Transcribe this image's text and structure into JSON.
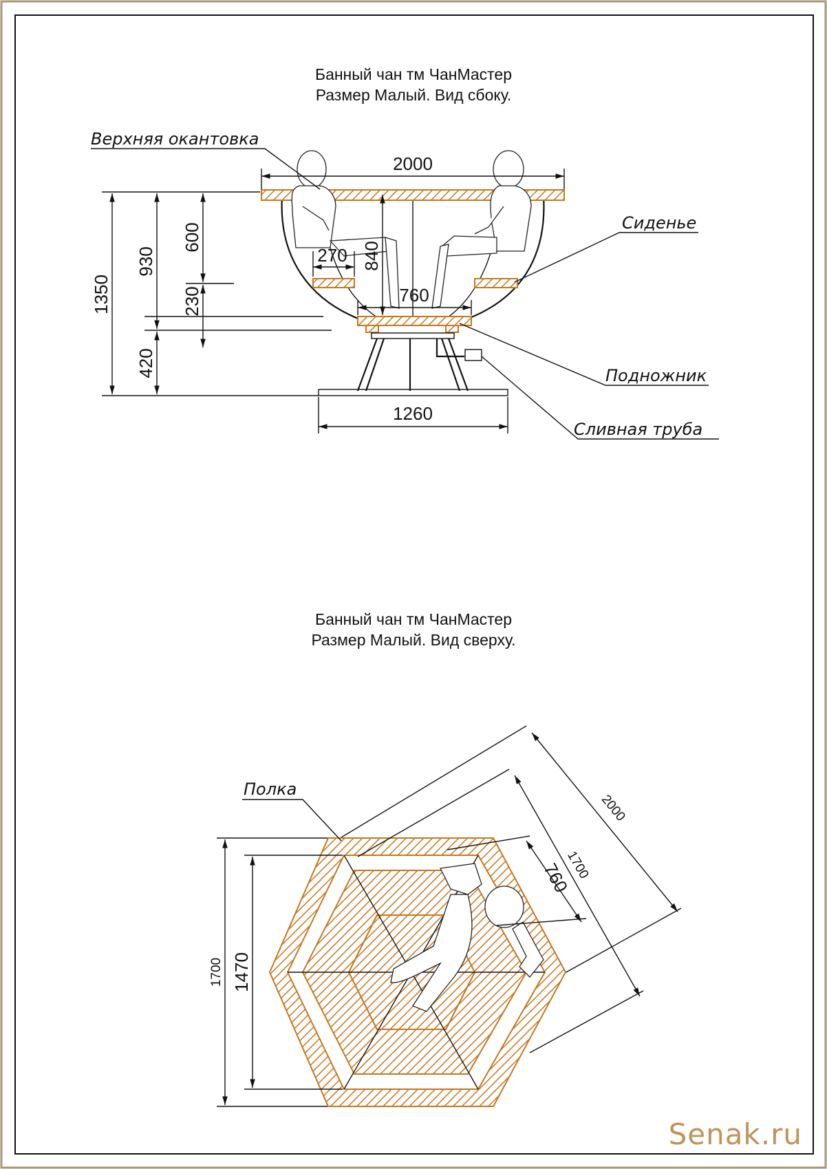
{
  "side_view": {
    "title_line1": "Банный чан тм ЧанМастер",
    "title_line2": "Размер Малый. Вид сбоку.",
    "callouts": {
      "top_rim": "Верхняя окантовка",
      "seat": "Сиденье",
      "footrest": "Подножник",
      "drain_pipe": "Сливная труба"
    },
    "dimensions": {
      "width_top": "2000",
      "width_base": "1260",
      "total_height": "1350",
      "height_930": "930",
      "height_600": "600",
      "height_230": "230",
      "height_420": "420",
      "depth_840": "840",
      "seat_width": "270",
      "footrest_width": "760"
    }
  },
  "top_view": {
    "title_line1": "Банный чан тм ЧанМастер",
    "title_line2": "Размер Малый. Вид сверху.",
    "callouts": {
      "shelf": "Полка"
    },
    "dimensions": {
      "diag_2000": "2000",
      "diag_1700": "1700",
      "diag_760": "760",
      "height_1700": "1700",
      "height_1470": "1470"
    }
  },
  "watermark": "Senak.ru",
  "colors": {
    "wood": "#c8761c",
    "line": "#111111",
    "watermark": "#c0935a"
  }
}
